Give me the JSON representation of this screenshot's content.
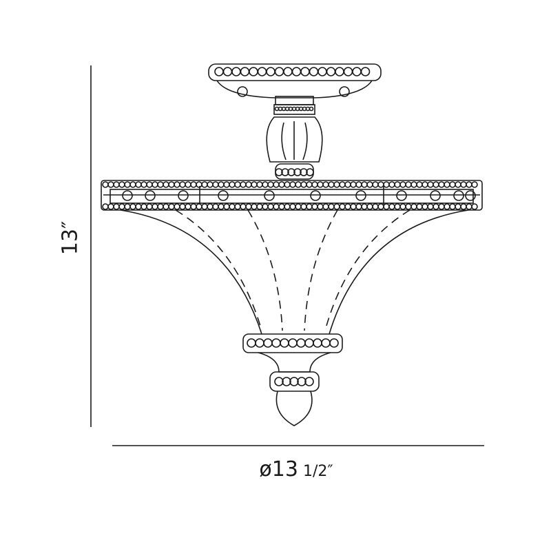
{
  "dimensions": {
    "height": "13″",
    "diameter_main": "ø13",
    "diameter_fraction": " 1/2″"
  },
  "colors": {
    "line": "#1a1a1a",
    "background": "#ffffff"
  }
}
